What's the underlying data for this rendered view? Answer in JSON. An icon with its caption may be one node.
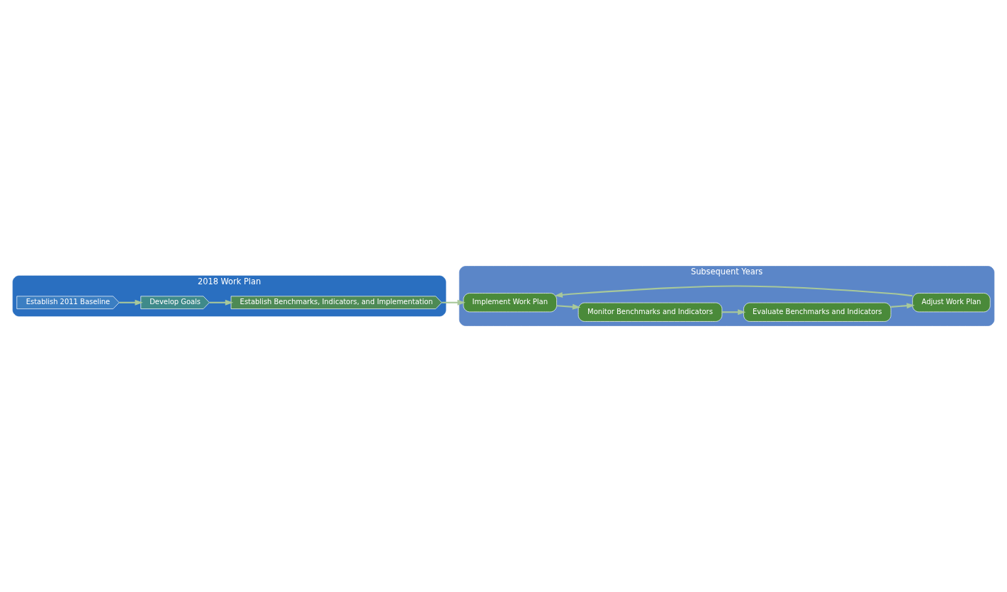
{
  "diagram": {
    "nodes": [
      {
        "text": [
          "2018 Work Plan"
        ]
      },
      {
        "text": [
          "Establish 2011 Baseline"
        ],
        "in": 0
      },
      {
        "text": [
          "Develop Goals"
        ],
        "in": 0
      },
      {
        "text": [
          "Establish Benchmarks, Indicators, and Implementation"
        ],
        "in": 0
      },
      {
        "text": [
          "Subsequent Years"
        ]
      },
      {
        "text": [
          "Implement Work Plan"
        ],
        "in": 4
      },
      {
        "text": [
          "Monitor Benchmarks and Indicators"
        ],
        "in": 4
      },
      {
        "text": [
          "Evaluate Benchmarks and Indicators"
        ],
        "in": 4
      },
      {
        "text": [
          "Adjust Work Plan"
        ],
        "in": 4
      }
    ],
    "edges": [
      {
        "from": 1,
        "to": 2,
        "arrow": "to"
      },
      {
        "from": 2,
        "to": 3,
        "arrow": "to"
      },
      {
        "from": 3,
        "to": 5,
        "arrow": "to"
      },
      {
        "from": 5,
        "to": 6,
        "arrow": "to"
      },
      {
        "from": 6,
        "to": 7,
        "arrow": "to"
      },
      {
        "from": 7,
        "to": 8,
        "arrow": "to"
      },
      {
        "from": 8,
        "to": 5,
        "arrow": "to"
      }
    ]
  }
}
